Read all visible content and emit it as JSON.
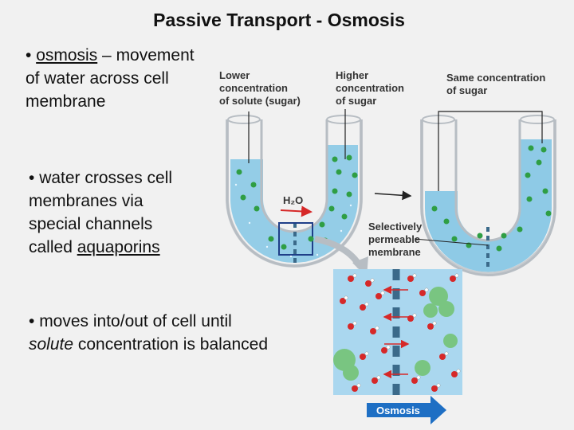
{
  "title": "Passive Transport - Osmosis",
  "bullets": {
    "b1": {
      "marker": "• ",
      "term": "osmosis",
      "rest_line1": " – movement",
      "line2": "of water across cell",
      "line3": "membrane"
    },
    "b2": {
      "marker": "• ",
      "line1": "water crosses cell",
      "line2": "membranes via",
      "line3": "special channels",
      "line4_prefix": "called ",
      "term": "aquaporins"
    },
    "b3": {
      "marker": "• ",
      "line1": "moves into/out of cell until",
      "term": "solute",
      "line2_rest": " concentration is balanced"
    }
  },
  "diagram": {
    "label_lower": [
      "Lower",
      "concentration",
      "of solute (sugar)"
    ],
    "label_higher": [
      "Higher",
      "concentration",
      "of sugar"
    ],
    "label_same": [
      "Same concentration",
      "of sugar"
    ],
    "label_h2o": "H₂O",
    "label_membrane": [
      "Selectively",
      "permeable",
      "membrane"
    ],
    "label_osmosis": "Osmosis",
    "colors": {
      "water": "#8ecae6",
      "sugar": "#2f9e44",
      "membrane": "#3b6a8a",
      "oxygen": "#d62828",
      "hydrogen": "#ffffff",
      "arrow": "#1e6fc4"
    }
  }
}
